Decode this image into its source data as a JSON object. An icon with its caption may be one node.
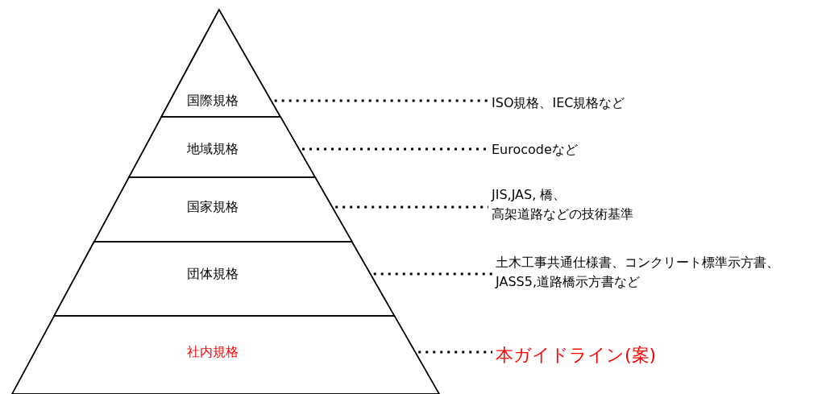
{
  "diagram": {
    "nodes": [
      {
        "text": [],
        "shape": "triangle"
      },
      {
        "text": [
          "国際規格"
        ],
        "in": 0
      },
      {
        "text": [
          "地域規格"
        ],
        "in": 0
      },
      {
        "text": [
          "国家規格"
        ],
        "in": 0
      },
      {
        "text": [
          "団体規格"
        ],
        "in": 0
      },
      {
        "text": [
          "社内規格"
        ],
        "in": 0
      },
      {
        "text": [
          "ISO規格、IEC規格など"
        ]
      },
      {
        "text": [
          "Eurocodeなど"
        ]
      },
      {
        "text": [
          "JIS,JAS, 橋、高架道路などの技術基準"
        ]
      },
      {
        "text": [
          "土木工事共通仕様書、コンクリート標準示方書、 JASS5,道路橋示方書など"
        ]
      },
      {
        "text": [
          "本ガイドライン(案)"
        ]
      }
    ],
    "edges": [
      {
        "from": 1,
        "to": 6,
        "arrow": "none",
        "style": "dashed"
      },
      {
        "from": 2,
        "to": 7,
        "arrow": "none",
        "style": "dashed"
      },
      {
        "from": 3,
        "to": 8,
        "arrow": "none",
        "style": "dashed"
      },
      {
        "from": 4,
        "to": 9,
        "arrow": "none",
        "style": "dashed"
      },
      {
        "from": 5,
        "to": 10,
        "arrow": "none",
        "style": "dashed"
      }
    ]
  }
}
